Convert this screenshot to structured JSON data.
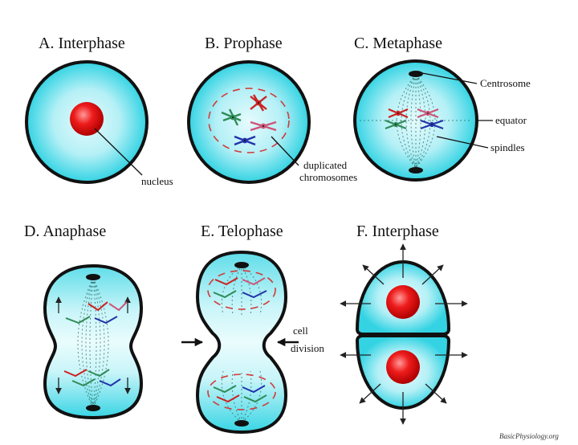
{
  "panels": [
    {
      "id": "A",
      "title": "A. Interphase"
    },
    {
      "id": "B",
      "title": "B. Prophase"
    },
    {
      "id": "C",
      "title": "C. Metaphase"
    },
    {
      "id": "D",
      "title": "D. Anaphase"
    },
    {
      "id": "E",
      "title": "E. Telophase"
    },
    {
      "id": "F",
      "title": "F. Interphase"
    }
  ],
  "labels": {
    "nucleus": "nucleus",
    "duplicated_line1": "duplicated",
    "duplicated_line2": "chromosomes",
    "centrosome": "Centrosome",
    "equator": "equator",
    "spindles": "spindles",
    "cell_line1": "cell",
    "cell_line2": "division"
  },
  "credit": "BasicPhysiology.org",
  "colors": {
    "cytoplasm_center": "#e6fbfd",
    "cytoplasm_edge": "#33d3e3",
    "nucleus_light": "#ff9a9a",
    "nucleus_dark": "#cc0000",
    "chromosome_red": "#cc2222",
    "chromosome_green": "#2e8b57",
    "chromosome_blue": "#2233aa",
    "chromosome_pink": "#cc5577",
    "envelope": "#d23a3a"
  }
}
